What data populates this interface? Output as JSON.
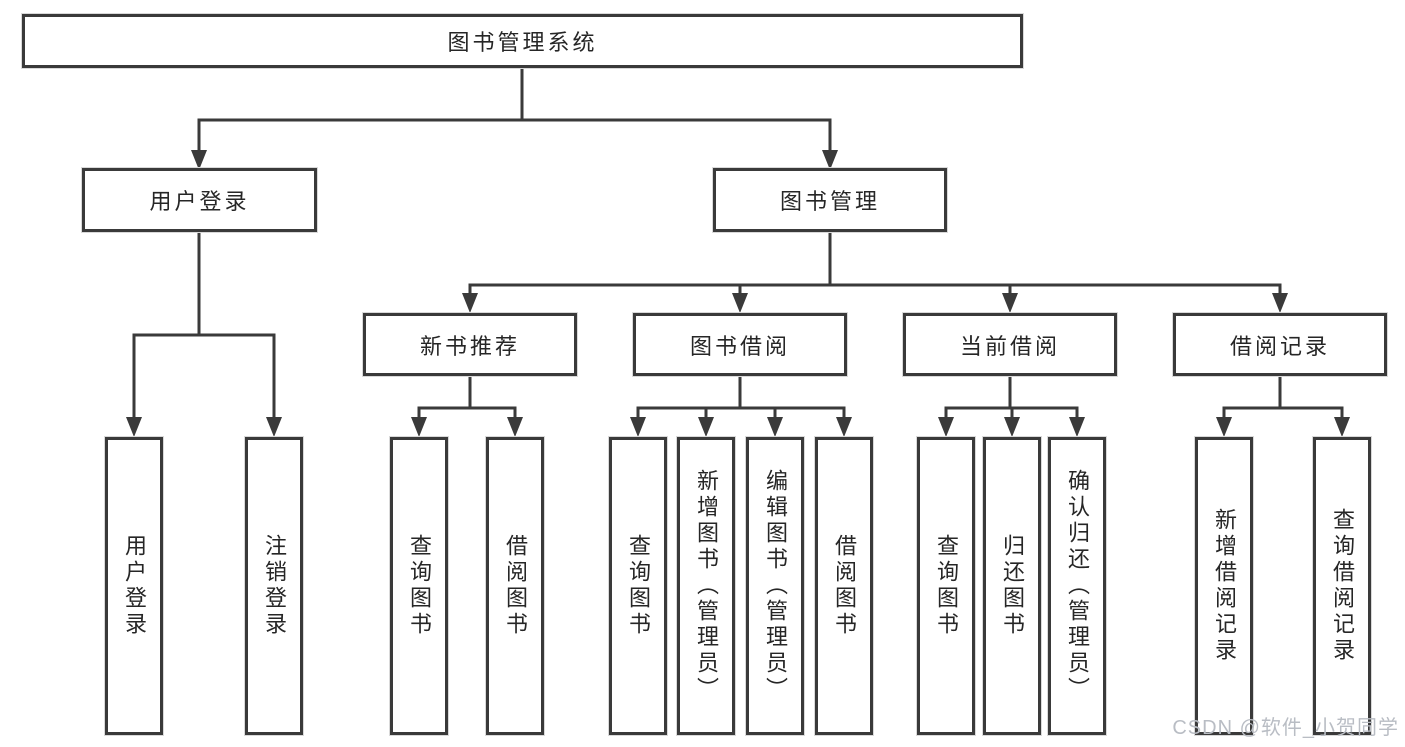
{
  "diagram": {
    "type": "tree",
    "colors": {
      "line": "#3a3a3a",
      "box_border": "#3a3a3a",
      "box_fill": "#ffffff",
      "text": "#262626"
    },
    "root": {
      "label": "图书管理系统"
    },
    "branches": [
      {
        "label": "用户登录",
        "children": [
          {
            "label": "用户登录"
          },
          {
            "label": "注销登录"
          }
        ]
      },
      {
        "label": "图书管理",
        "sections": [
          {
            "label": "新书推荐",
            "children": [
              {
                "label": "查询图书"
              },
              {
                "label": "借阅图书"
              }
            ]
          },
          {
            "label": "图书借阅",
            "children": [
              {
                "label": "查询图书"
              },
              {
                "label": "新增图书（管理员）"
              },
              {
                "label": "编辑图书（管理员）"
              },
              {
                "label": "借阅图书"
              }
            ]
          },
          {
            "label": "当前借阅",
            "children": [
              {
                "label": "查询图书"
              },
              {
                "label": "归还图书"
              },
              {
                "label": "确认归还（管理员）"
              }
            ]
          },
          {
            "label": "借阅记录",
            "children": [
              {
                "label": "新增借阅记录"
              },
              {
                "label": "查询借阅记录"
              }
            ]
          }
        ]
      }
    ]
  },
  "watermark": {
    "text": "CSDN @软件_小贺同学",
    "color": "#b9bdc4"
  }
}
